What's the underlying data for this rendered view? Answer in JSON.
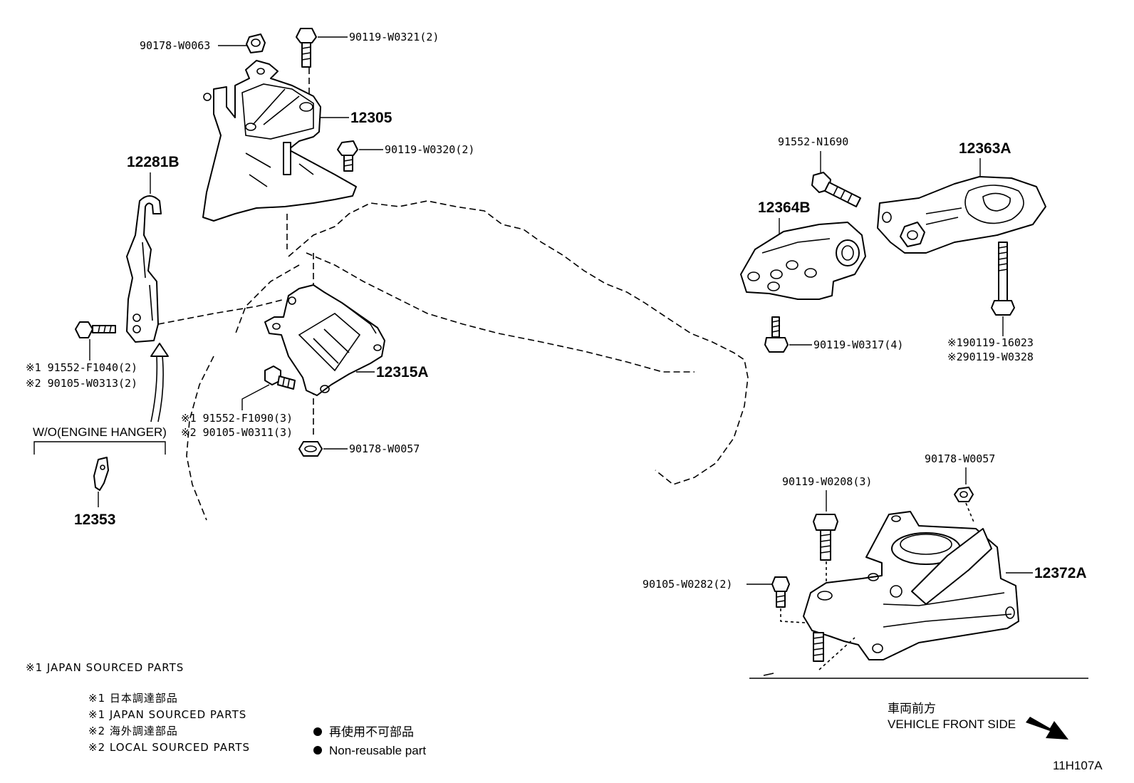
{
  "callouts": {
    "p90178_w0063": "90178-W0063",
    "p90119_w0321": "90119-W0321(2)",
    "p12305": "12305",
    "p90119_w0320": "90119-W0320(2)",
    "p12281b": "12281B",
    "p91552_f1040": "※1 91552-F1040(2)",
    "p90105_w0313": "※2 90105-W0313(2)",
    "wo_engine_hanger": "W/O(ENGINE HANGER)",
    "p12353": "12353",
    "p12315a": "12315A",
    "p91552_f1090": "※1 91552-F1090(3)",
    "p90105_w0311": "※2 90105-W0311(3)",
    "p90178_w0057_a": "90178-W0057",
    "p91552_n1690": "91552-N1690",
    "p12363a": "12363A",
    "p12364b": "12364B",
    "p90119_w0317": "90119-W0317(4)",
    "p90119_16023": "※190119-16023",
    "p90119_w0328": "※290119-W0328",
    "p90178_w0057_b": "90178-W0057",
    "p90119_w0208": "90119-W0208(3)",
    "p12372a": "12372A",
    "p90105_w0282": "90105-W0282(2)"
  },
  "notes": {
    "japan_sourced_top": "※1  JAPAN SOURCED PARTS",
    "legend_jp1": "※1 日本調達部品",
    "legend_en1": "※1 JAPAN SOURCED PARTS",
    "legend_jp2": "※2 海外調達部品",
    "legend_en2": "※2 LOCAL SOURCED PARTS",
    "nonreusable_jp": "再使用不可部品",
    "nonreusable_en": "Non-reusable part",
    "front_jp": "車両前方",
    "front_en": "VEHICLE FRONT SIDE",
    "diagram_code": "11H107A"
  }
}
